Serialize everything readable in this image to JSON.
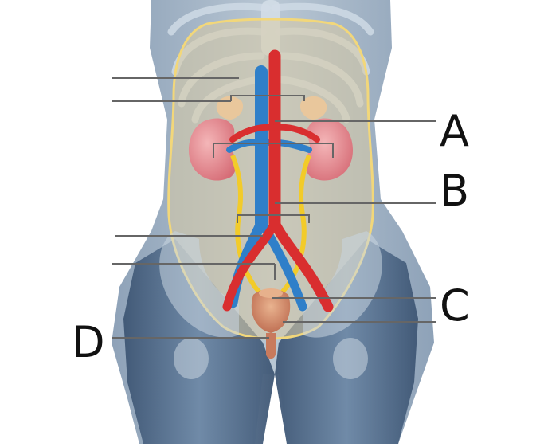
{
  "diagram": {
    "labels": {
      "a": "A",
      "b": "B",
      "c": "C",
      "d": "D"
    },
    "colors": {
      "background": "#ffffff",
      "body_silhouette": "#4f6a89",
      "abdominal_cavity": "#d8cba4",
      "cavity_outline": "#f2d77a",
      "bone": "#c7d3df",
      "kidney": "#e48d93",
      "adrenal_gland": "#e9c79c",
      "artery": "#d92e2f",
      "vein": "#2f7fc9",
      "ureter": "#f2cb2a",
      "bladder": "#d88a6a",
      "leader_line": "#666666",
      "label_text": "#111111"
    }
  }
}
